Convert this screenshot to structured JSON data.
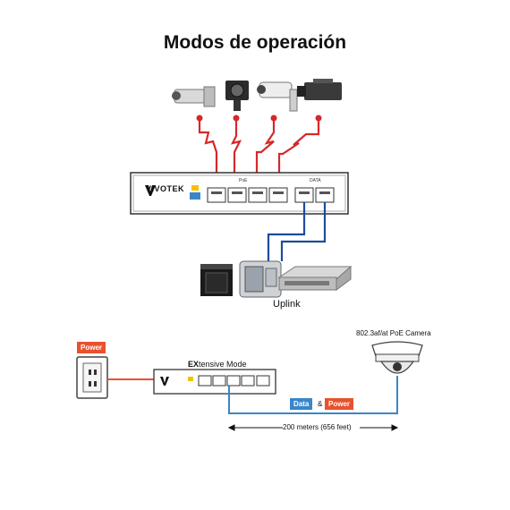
{
  "title": "Modos de operación",
  "brand": "VIVOTEK",
  "switch_ports": {
    "poe": "PoE",
    "data": "DATA"
  },
  "uplink_label": "Uplink",
  "power_label": "Power",
  "mode_label": {
    "bold": "EX",
    "rest": "tensive Mode"
  },
  "camera_label": "802.3af/at PoE Camera",
  "data_tag": "Data",
  "and_sign": "&",
  "power_tag": "Power",
  "distance_label": "200 meters (656 feet)",
  "colors": {
    "poe_red": "#d6282b",
    "uplink_blue": "#1e4b9c",
    "data_blue": "#3a86c8",
    "power_orange": "#e8522e"
  }
}
